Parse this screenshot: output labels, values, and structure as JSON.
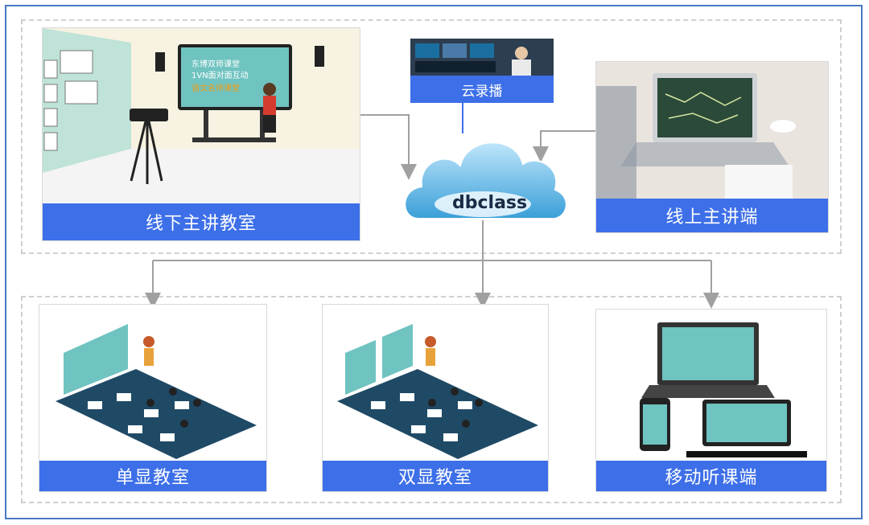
{
  "top": {
    "offline_room": {
      "label": "线下主讲教室"
    },
    "recording": {
      "label": "云录播"
    },
    "cloud": {
      "label": "dbclass"
    },
    "online_host": {
      "label": "线上主讲端"
    }
  },
  "bottom": {
    "single_display": {
      "label": "单显教室"
    },
    "dual_display": {
      "label": "双显教室"
    },
    "mobile": {
      "label": "移动听课端"
    }
  },
  "screen_text": {
    "line1": "东博双师课堂",
    "line2": "1VN面对面互动",
    "line3": "语文名师课堂"
  },
  "colors": {
    "accent": "#3d6fe8",
    "frame": "#4a78c2",
    "dashed": "#cfcfcf",
    "connector": "#a0a0a0",
    "screen": "#6fc3c0",
    "floor": "#1f4a66"
  }
}
